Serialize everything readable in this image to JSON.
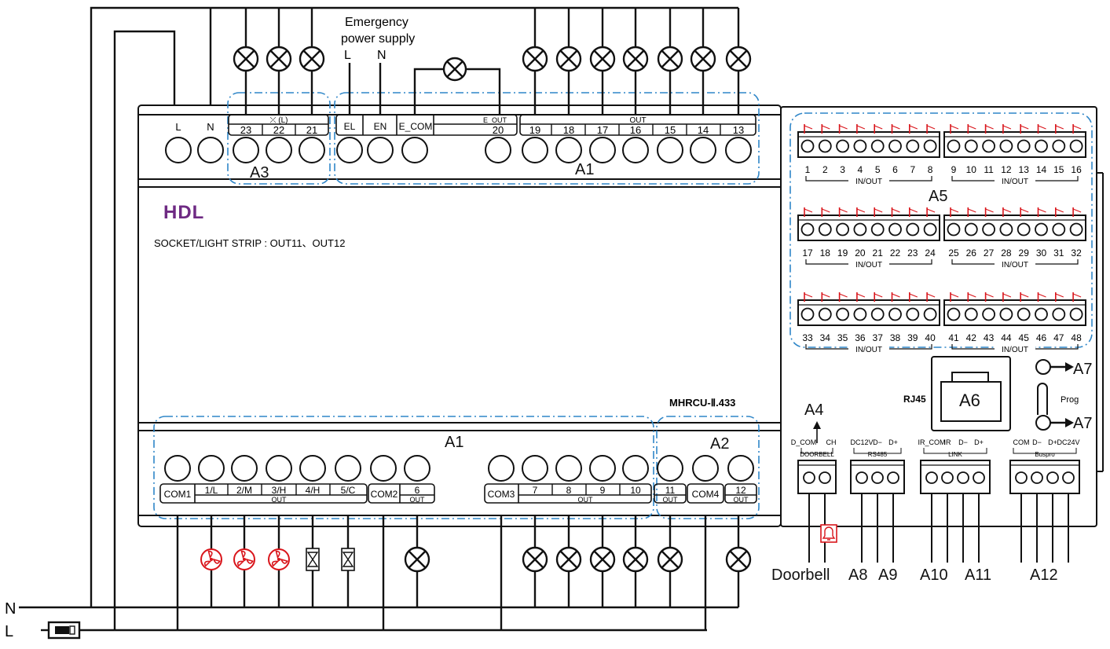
{
  "brand": "HDL",
  "model": "MHRCU-Ⅱ.433",
  "socket_note": "SOCKET/LIGHT STRIP : OUT11、OUT12",
  "emergency": {
    "line1": "Emergency",
    "line2": "power supply",
    "l": "L",
    "n": "N"
  },
  "top_terminals": {
    "power": [
      "L",
      "N"
    ],
    "group_a3_header": "⤫ (L)",
    "group_a3": [
      "23",
      "22",
      "21"
    ],
    "emergency_labels": [
      "EL",
      "EN",
      "E_COM"
    ],
    "eout_header": "E_OUT",
    "eout_num": "20",
    "out_header": "OUT",
    "out_nums": [
      "19",
      "18",
      "17",
      "16",
      "15",
      "14",
      "13"
    ]
  },
  "bottom_terminals": {
    "group1": [
      "COM1",
      "1/L",
      "2/M",
      "3/H",
      "4/H",
      "5/C"
    ],
    "group1_sub": "OUT",
    "com2": "COM2",
    "out6": "6",
    "out6_sub": "OUT",
    "com3": "COM3",
    "group3": [
      "7",
      "8",
      "9",
      "10"
    ],
    "group3_sub": "OUT",
    "out11": "11",
    "out11_sub": "OUT",
    "com4": "COM4",
    "out12": "12",
    "out12_sub": "OUT"
  },
  "areas": {
    "a1_top": "A1",
    "a1_bottom": "A1",
    "a2": "A2",
    "a3": "A3",
    "a4": "A4",
    "a5": "A5",
    "a6": "A6",
    "a7_top": "A7",
    "a7_bottom": "A7",
    "a8": "A8",
    "a9": "A9",
    "a10": "A10",
    "a11": "A11",
    "a12": "A12"
  },
  "io_rows": [
    {
      "left": [
        "1",
        "2",
        "3",
        "4",
        "5",
        "6",
        "7",
        "8"
      ],
      "right": [
        "9",
        "10",
        "11",
        "12",
        "13",
        "14",
        "15",
        "16"
      ]
    },
    {
      "left": [
        "17",
        "18",
        "19",
        "20",
        "21",
        "22",
        "23",
        "24"
      ],
      "right": [
        "25",
        "26",
        "27",
        "28",
        "29",
        "30",
        "31",
        "32"
      ]
    },
    {
      "left": [
        "33",
        "34",
        "35",
        "36",
        "37",
        "38",
        "39",
        "40"
      ],
      "right": [
        "41",
        "42",
        "43",
        "44",
        "45",
        "46",
        "47",
        "48"
      ]
    }
  ],
  "io_label": "IN/OUT",
  "rj45": "RJ45",
  "prog": "Prog",
  "connectors": {
    "doorbell": {
      "pins": [
        "D_COM",
        "CH"
      ],
      "caption": "DOORBELL"
    },
    "rs485": {
      "pins": [
        "DC12V",
        "D−",
        "D+"
      ],
      "caption": "RS485"
    },
    "link": {
      "pins": [
        "IR_COM",
        "IR",
        "D−",
        "D+"
      ],
      "caption": "LINK"
    },
    "buspro": {
      "pins": [
        "COM",
        "D−",
        "D+",
        "DC24V"
      ],
      "caption": "Buspro"
    }
  },
  "doorbell_label": "Doorbell",
  "mains": {
    "n": "N",
    "l": "L"
  },
  "colors": {
    "line": "#111111",
    "zone": "#2f86c8",
    "accent": "#d9151b",
    "brand": "#6e2a83"
  }
}
